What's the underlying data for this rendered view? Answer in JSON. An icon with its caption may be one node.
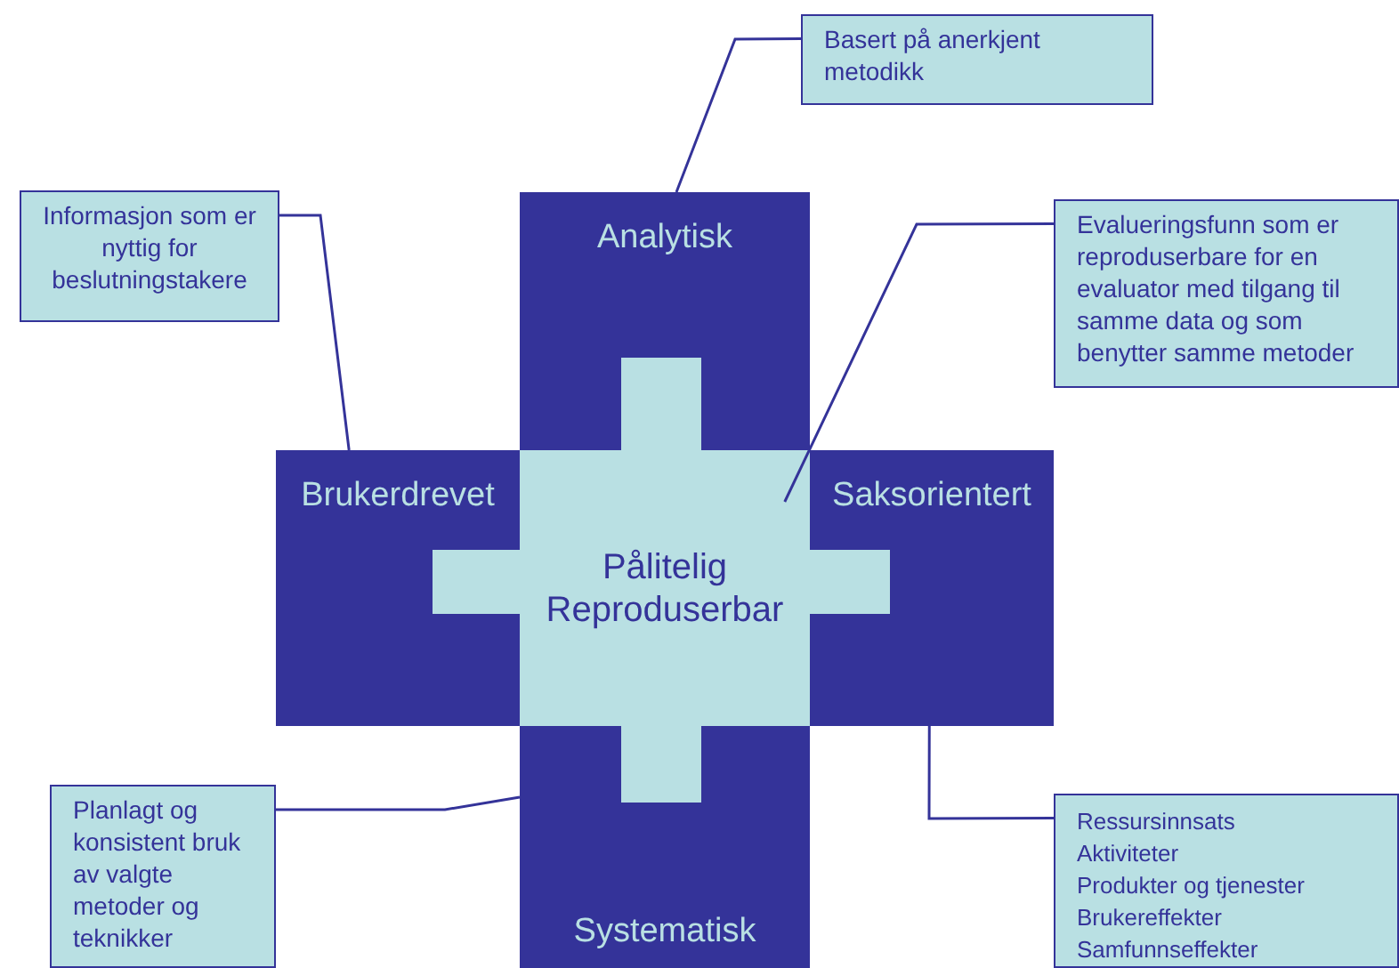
{
  "diagram": {
    "nodes": [
      {
        "text": [
          "Basert på anerkjent metodikk"
        ]
      },
      {
        "text": [
          "Analytisk"
        ]
      },
      {
        "text": [
          "Informasjon som er nyttig for beslutningstakere"
        ]
      },
      {
        "text": [
          "Evalueringsfunn som er reproduserbare for en evaluator med tilgang til samme data og som benytter samme metoder"
        ]
      },
      {
        "text": [
          "Brukerdrevet"
        ]
      },
      {
        "text": [
          "Pålitelig",
          "Reproduserbar"
        ]
      },
      {
        "text": [
          "Saksorientert"
        ]
      },
      {
        "text": [
          "Planlagt og konsistent bruk av valgte metoder og teknikker"
        ]
      },
      {
        "text": [
          "Ressursinnsats",
          "Aktiviteter",
          "Produkter og tjenester",
          "Brukereffekter",
          "Samfunnseffekter"
        ]
      },
      {
        "text": [
          "Systematisk"
        ]
      }
    ],
    "edges": [
      {
        "from": 0,
        "to": 1,
        "arrow": "none"
      },
      {
        "from": 2,
        "to": 4,
        "arrow": "none"
      },
      {
        "from": 3,
        "to": 5,
        "arrow": "none"
      },
      {
        "from": 7,
        "to": 9,
        "arrow": "none"
      },
      {
        "from": 8,
        "to": 6,
        "arrow": "none"
      }
    ]
  }
}
